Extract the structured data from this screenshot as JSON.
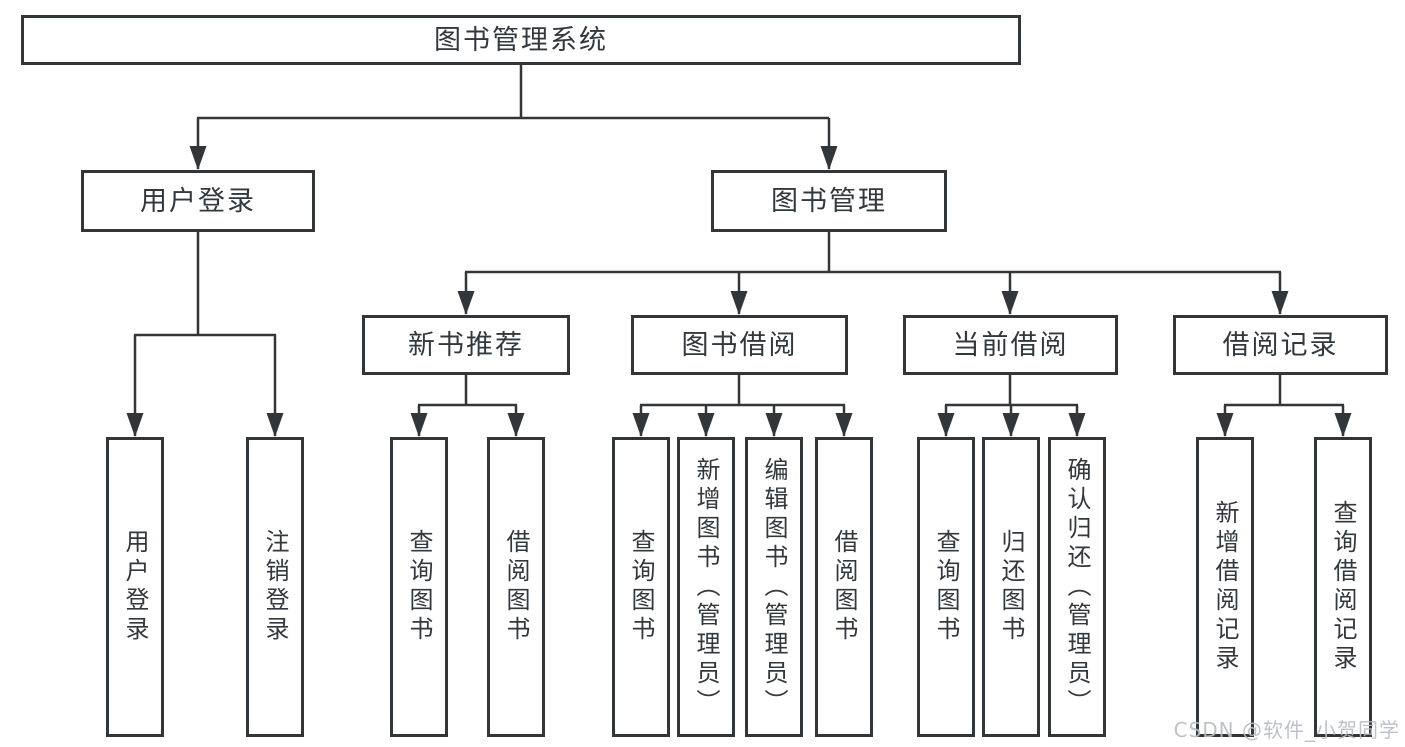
{
  "tree": {
    "root": {
      "label": "图书管理系统",
      "children": [
        {
          "label": "用户登录",
          "children": [
            {
              "label": "用户登录"
            },
            {
              "label": "注销登录"
            }
          ]
        },
        {
          "label": "图书管理",
          "children": [
            {
              "label": "新书推荐",
              "children": [
                {
                  "label": "查询图书"
                },
                {
                  "label": "借阅图书"
                }
              ]
            },
            {
              "label": "图书借阅",
              "children": [
                {
                  "label": "查询图书"
                },
                {
                  "label": "新增图书（管理员）"
                },
                {
                  "label": "编辑图书（管理员）"
                },
                {
                  "label": "借阅图书"
                }
              ]
            },
            {
              "label": "当前借阅",
              "children": [
                {
                  "label": "查询图书"
                },
                {
                  "label": "归还图书"
                },
                {
                  "label": "确认归还（管理员）"
                }
              ]
            },
            {
              "label": "借阅记录",
              "children": [
                {
                  "label": "新增借阅记录"
                },
                {
                  "label": "查询借阅记录"
                }
              ]
            }
          ]
        }
      ]
    }
  },
  "watermark": {
    "text": "CSDN @软件_小贺同学"
  },
  "colors": {
    "line": "#333639",
    "box_border": "#333639",
    "text": "#33383d",
    "watermark": "#b9bdc2",
    "background": "#ffffff"
  }
}
